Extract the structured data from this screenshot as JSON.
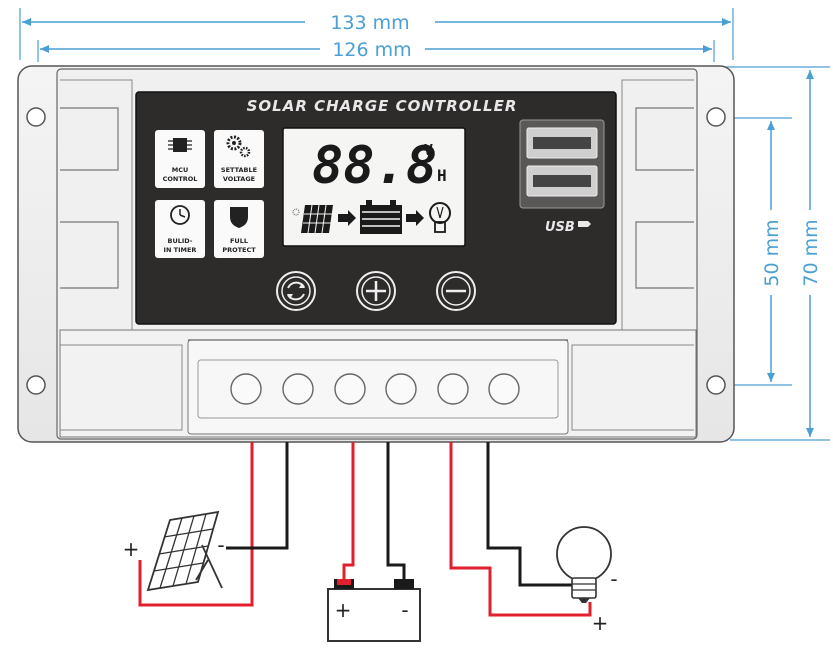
{
  "dimensions": {
    "overall_width": "133 mm",
    "inner_width": "126 mm",
    "inner_height": "50 mm",
    "overall_height": "70 mm"
  },
  "controller": {
    "title": "SOLAR CHARGE CONTROLLER",
    "features": [
      {
        "line1": "MCU",
        "line2": "CONTROL",
        "icon": "chip-icon"
      },
      {
        "line1": "SETTABLE",
        "line2": "VOLTAGE",
        "icon": "gears-icon"
      },
      {
        "line1": "BULID-",
        "line2": "IN TIMER",
        "icon": "clock-icon"
      },
      {
        "line1": "FULL",
        "line2": "PROTECT",
        "icon": "shield-icon"
      }
    ],
    "lcd": {
      "digits": "88.8",
      "unit_v": "V",
      "unit_h": "H"
    },
    "usb_label": "USB",
    "buttons": [
      "cycle-button",
      "plus-button",
      "minus-button"
    ],
    "terminal_count": 6
  },
  "wiring": {
    "panel_plus": "+",
    "panel_minus": "-",
    "battery_plus": "+",
    "battery_minus": "-",
    "load_plus": "+",
    "load_minus": "-"
  },
  "colors": {
    "dimension": "#4a9fd4",
    "positive_wire": "#e0202c",
    "negative_wire": "#1a1a1a",
    "faceplate": "#2e2b2b"
  }
}
